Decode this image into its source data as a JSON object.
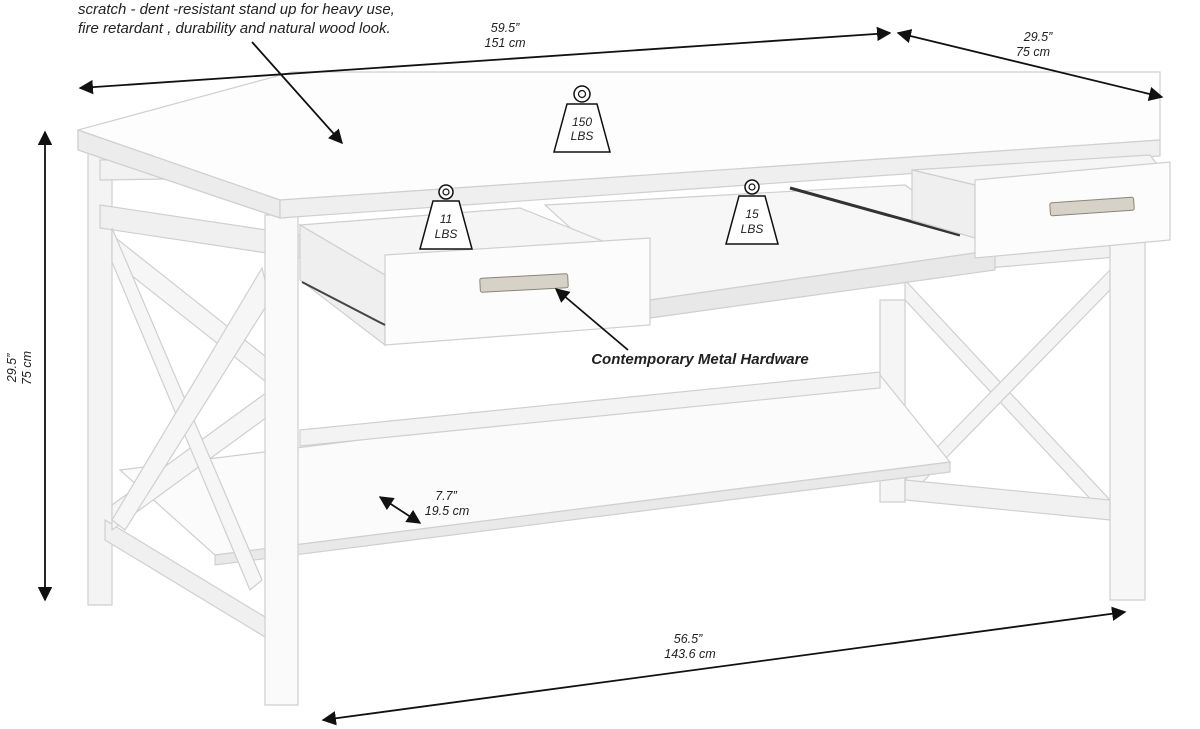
{
  "note": {
    "line1": "scratch - dent -resistant stand up for heavy use,",
    "line2": "fire retardant , durability and natural wood look."
  },
  "dimensions": {
    "top_width": {
      "in": "59.5”",
      "cm": "151 cm"
    },
    "depth": {
      "in": "29.5”",
      "cm": "75 cm"
    },
    "height": {
      "in": "29.5”",
      "cm": "75 cm"
    },
    "shelf_depth": {
      "in": "7.7”",
      "cm": "19.5 cm"
    },
    "bottom_width": {
      "in": "56.5”",
      "cm": "143.6 cm"
    }
  },
  "loads": {
    "top": {
      "value": "150",
      "unit": "LBS"
    },
    "left_drawer": {
      "value": "11",
      "unit": "LBS"
    },
    "center_tray": {
      "value": "15",
      "unit": "LBS"
    }
  },
  "hardware_label": "Contemporary Metal Hardware"
}
